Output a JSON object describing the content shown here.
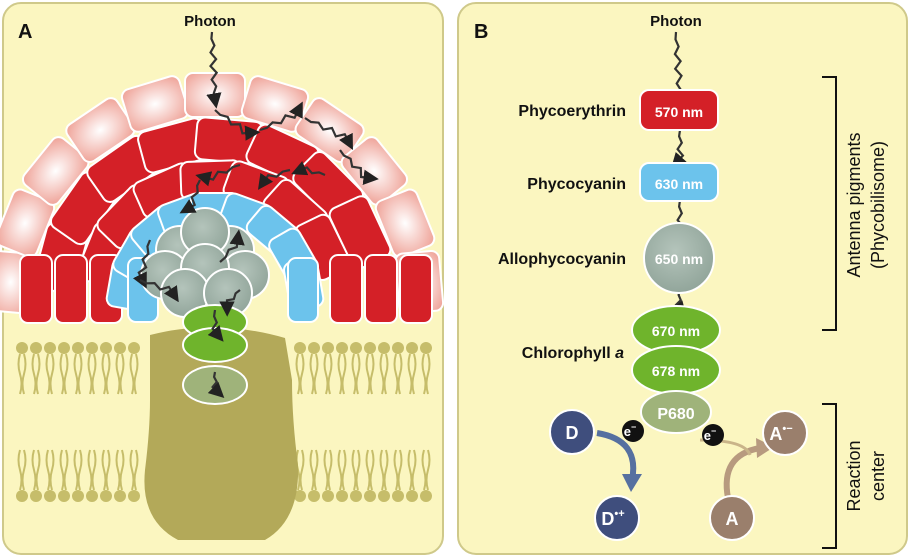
{
  "panel_a": {
    "letter": "A",
    "photon_label": "Photon"
  },
  "panel_b": {
    "letter": "B",
    "photon_label": "Photon",
    "pigments": [
      {
        "name": "Phycoerythrin",
        "wavelength": "570 nm",
        "color": "#d42027"
      },
      {
        "name": "Phycocyanin",
        "wavelength": "630 nm",
        "color": "#6cc3ec"
      },
      {
        "name": "Allophycocyanin",
        "wavelength": "650 nm",
        "color": "#9fb2a8"
      },
      {
        "name": "Chlorophyll a",
        "name_main": "Chlorophyll ",
        "name_italic": "a",
        "wavelength": "670 nm",
        "color": "#6fb42c"
      },
      {
        "name": "",
        "wavelength": "678 nm",
        "color": "#6fb42c"
      }
    ],
    "p680": "P680",
    "donor": "D",
    "donor_oxidized": "D",
    "donor_oxidized_sup": "•+",
    "acceptor": "A",
    "acceptor_reduced": "A",
    "acceptor_reduced_sup": "•−",
    "electron": "e",
    "electron_sup": "−",
    "antenna_label_1": "Antenna pigments",
    "antenna_label_2": "(Phycobilisome)",
    "rc_label_1": "Reaction",
    "rc_label_2": "center"
  },
  "colors": {
    "panel_bg": "#fbf6c0",
    "panel_border": "#cfc98a",
    "phycoerythrin": "#d42027",
    "phycoerythrin_light": "#f2b9b0",
    "phycocyanin": "#6cc3ec",
    "allophycocyanin": "#9fb2a8",
    "chlorophyll": "#6fb42c",
    "membrane": "#c6bd6a",
    "donor": "#3f4e7d",
    "acceptor": "#9a7f6c"
  }
}
